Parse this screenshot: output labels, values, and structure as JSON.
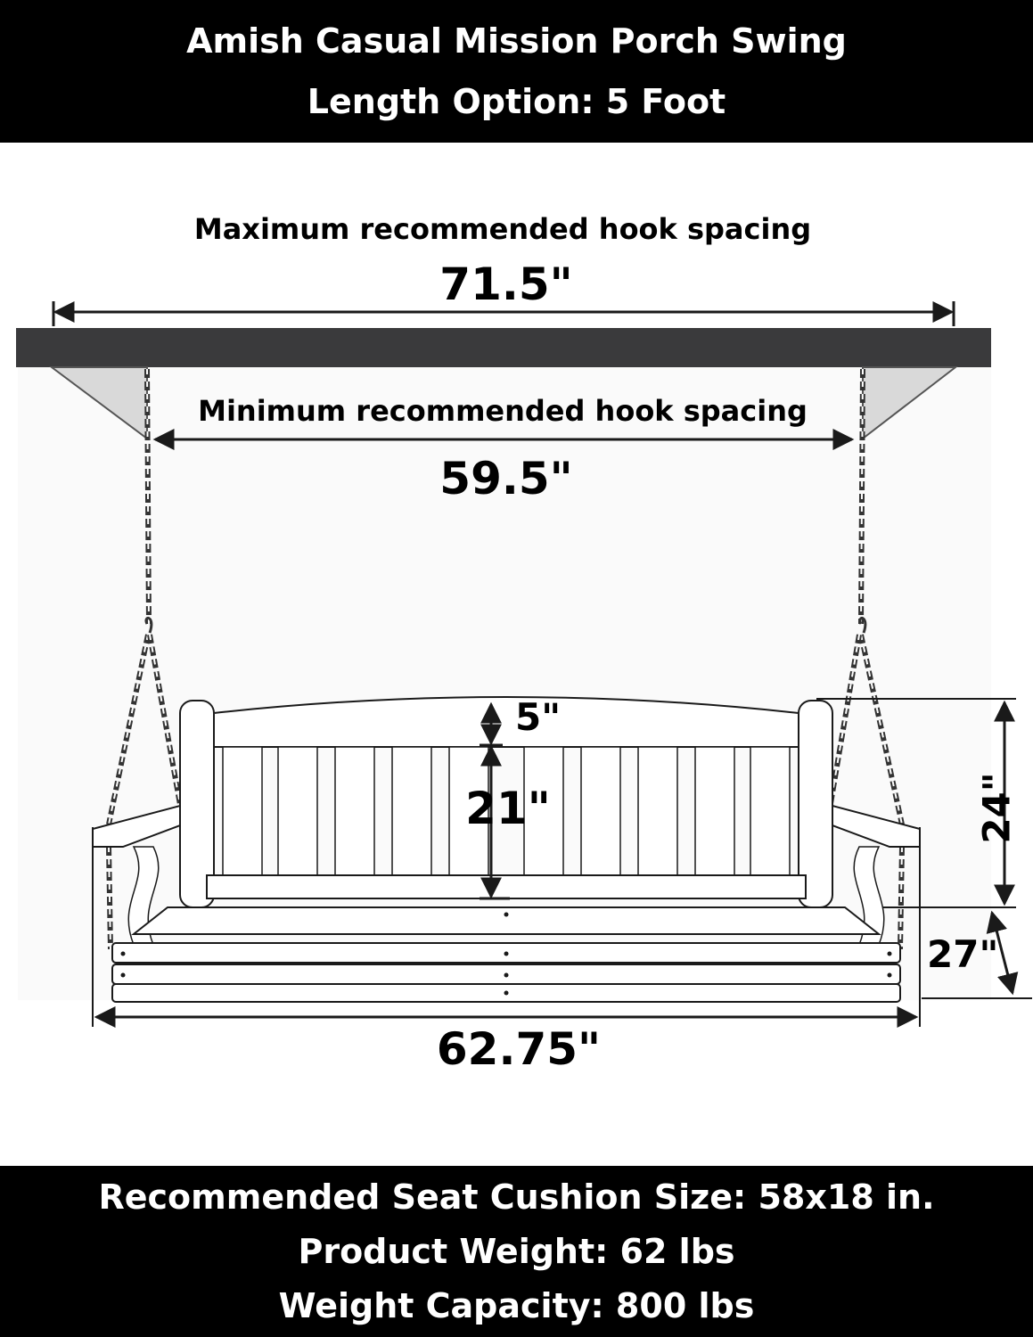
{
  "header": {
    "title": "Amish Casual Mission Porch Swing",
    "subtitle": "Length Option: 5 Foot"
  },
  "diagram": {
    "max_hook_label": "Maximum recommended hook spacing",
    "max_hook_value": "71.5\"",
    "min_hook_label": "Minimum recommended hook spacing",
    "min_hook_value": "59.5\"",
    "back_top_value": "5\"",
    "back_height_value": "21\"",
    "total_back_value": "24\"",
    "seat_depth_value": "27\"",
    "overall_width_value": "62.75\"",
    "colors": {
      "beam": "#3a3a3c",
      "brace": "#d9d9d9",
      "line": "#1a1a1a"
    }
  },
  "footer": {
    "cushion": "Recommended Seat Cushion Size: 58x18 in.",
    "weight": "Product Weight: 62 lbs",
    "capacity": "Weight Capacity: 800 lbs"
  }
}
